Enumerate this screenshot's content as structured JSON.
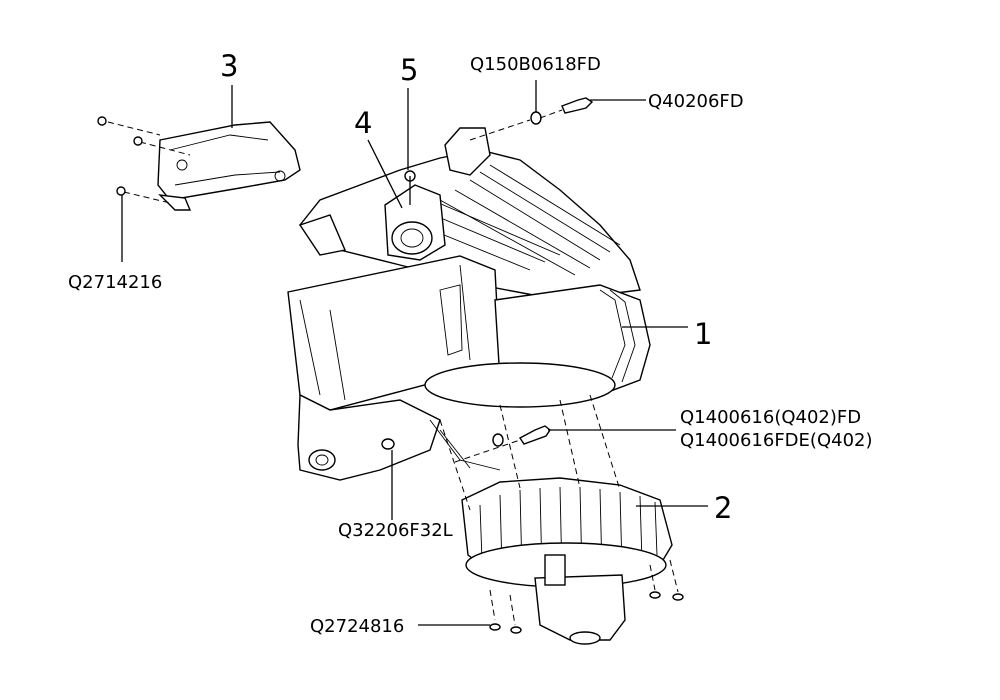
{
  "callouts": {
    "item1": "1",
    "item2": "2",
    "item3": "3",
    "item4": "4",
    "item5": "5"
  },
  "part_numbers": {
    "q150b0618fd": "Q150B0618FD",
    "q40206fd": "Q40206FD",
    "q2714216": "Q2714216",
    "q1400616_q402_fd": "Q1400616(Q402)FD",
    "q1400616fde_q402": "Q1400616FDE(Q402)",
    "q32206f32l": "Q32206F32L",
    "q2724816": "Q2724816"
  }
}
